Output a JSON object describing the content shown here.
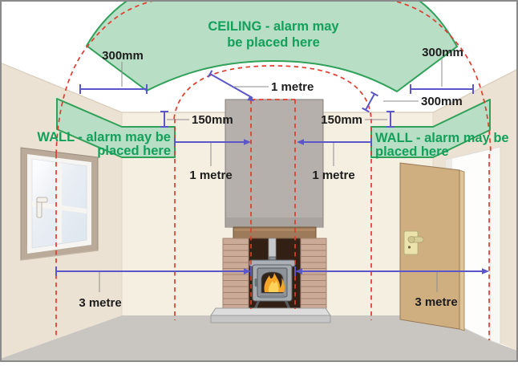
{
  "diagram": {
    "zones": {
      "ceiling": {
        "label_line1": "CEILING - alarm may",
        "label_line2": "be placed here"
      },
      "wall_left": {
        "label_line1": "WALL - alarm may be",
        "label_line2": "placed here"
      },
      "wall_right": {
        "label_line1": "WALL - alarm may be",
        "label_line2": "placed here"
      }
    },
    "dimensions": {
      "ceiling_offset_left": "300mm",
      "ceiling_offset_right": "300mm",
      "ceiling_slope_offset_right": "300mm",
      "wall_gap_left": "150mm",
      "wall_gap_right": "150mm",
      "flue_clearance_top": "1 metre",
      "flue_clearance_left": "1 metre",
      "flue_clearance_right": "1 metre",
      "room_span_left": "3 metre",
      "room_span_right": "3 metre"
    },
    "colors": {
      "zone_fill": "#b8dec5",
      "zone_border": "#2fa158",
      "zone_text": "#12a05a",
      "boundary_dash": "#e23b2e",
      "dimension_blue": "#5b57c8",
      "label_text": "#1c1c1c"
    }
  }
}
